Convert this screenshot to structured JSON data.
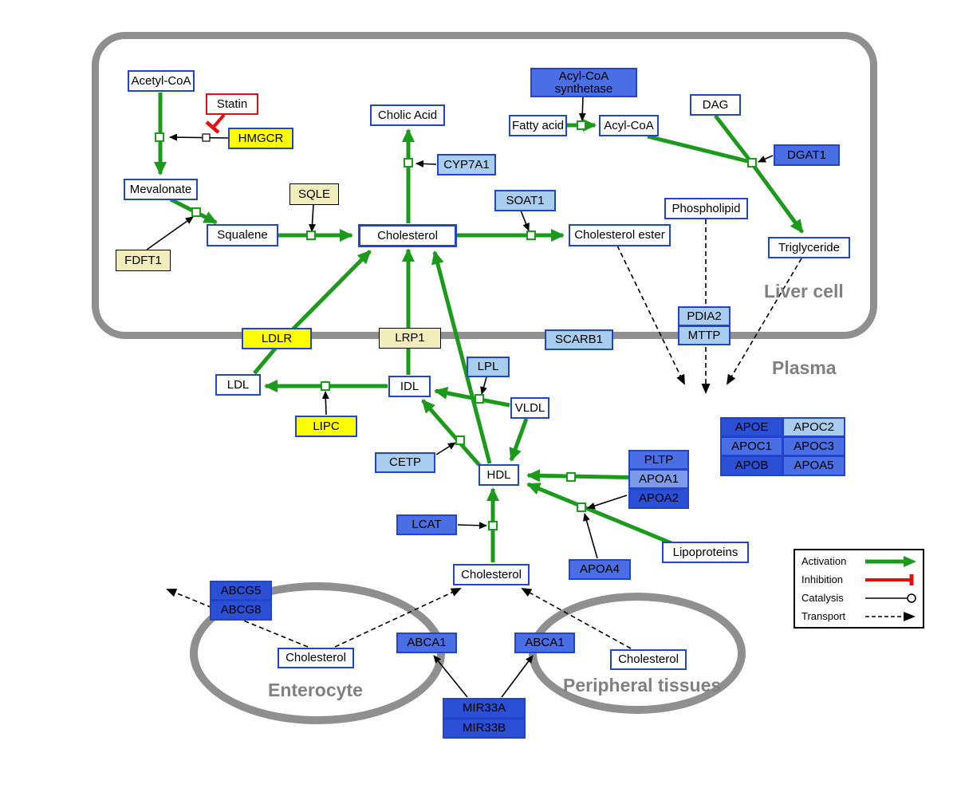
{
  "regions": {
    "liver": "Liver cell",
    "plasma": "Plasma",
    "enterocyte": "Enterocyte",
    "peripheral": "Peripheral tissues"
  },
  "legend": {
    "activation": "Activation",
    "inhibition": "Inhibition",
    "catalysis": "Catalysis",
    "transport": "Transport"
  },
  "colors": {
    "activation_green": "#1c9a1c",
    "inhibition_red": "#e01010",
    "membrane_gray": "#8f8f8f",
    "metabolite_border_blue": "#2244cc",
    "gene_yellow": "#ffff00",
    "gene_pale_yellow": "#f2eebb",
    "gene_light_blue": "#a9cdef",
    "gene_medium_blue": "#4a6ee3",
    "gene_dark_blue": "#2b50d5"
  },
  "nodes": {
    "acetyl_coa": "Acetyl-CoA",
    "statin": "Statin",
    "hmgcr": "HMGCR",
    "mevalonate": "Mevalonate",
    "sqle": "SQLE",
    "fdft1": "FDFT1",
    "squalene": "Squalene",
    "cholic_acid": "Cholic Acid",
    "cyp7a1": "CYP7A1",
    "cholesterol_liver": "Cholesterol",
    "soat1": "SOAT1",
    "cholesterol_ester": "Cholesterol ester",
    "acyl_coa_synthetase": "Acyl-CoA synthetase",
    "fatty_acid": "Fatty acid",
    "acyl_coa": "Acyl-CoA",
    "dag": "DAG",
    "dgat1": "DGAT1",
    "phospholipid": "Phospholipid",
    "triglyceride": "Triglyceride",
    "ldlr": "LDLR",
    "lrp1": "LRP1",
    "scarb1": "SCARB1",
    "pdia2": "PDIA2",
    "mttp": "MTTP",
    "ldl": "LDL",
    "idl": "IDL",
    "lpl": "LPL",
    "vldl": "VLDL",
    "lipc": "LIPC",
    "cetp": "CETP",
    "hdl": "HDL",
    "lcat": "LCAT",
    "pltp": "PLTP",
    "apoa1": "APOA1",
    "apoa2": "APOA2",
    "apoa4": "APOA4",
    "lipoproteins": "Lipoproteins",
    "apoe": "APOE",
    "apoc2": "APOC2",
    "apoc1": "APOC1",
    "apoc3": "APOC3",
    "apob": "APOB",
    "apoa5": "APOA5",
    "cholesterol_plasma": "Cholesterol",
    "abcg5": "ABCG5",
    "abcg8": "ABCG8",
    "cholesterol_enterocyte": "Cholesterol",
    "abca1_left": "ABCA1",
    "abca1_right": "ABCA1",
    "cholesterol_peripheral": "Cholesterol",
    "mir33a": "MIR33A",
    "mir33b": "MIR33B"
  }
}
